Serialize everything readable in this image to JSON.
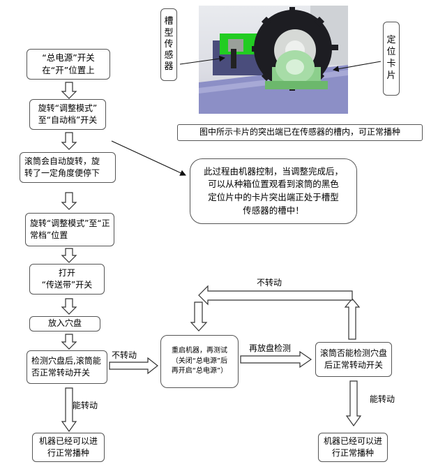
{
  "nodes": {
    "power_on": "“总电源”开关\n在“开”位置上",
    "mode_auto": "旋转“调整模式”\n至“自动档”开关",
    "drum_rotate": "滚筒会自动旋转，旋\n转了一定角度便停下",
    "mode_normal": "旋转“调整模式”至“正\n常档”位置",
    "open_conveyor": "打开\n“传送带”开关",
    "place_tray": "放入穴盘",
    "detect_tray": "检测穴盘后,滚筒能\n否正常转动开关",
    "restart": "重启机器，再测试\n（关闭“总电源”后\n再开启“总电源”）",
    "detect_again": "滚筒否能检测穴盘\n后正常转动开关",
    "ready_1": "机器已经可以进\n行正常播种",
    "ready_2": "机器已经可以进\n行正常播种"
  },
  "labels": {
    "no_rotate_1": "不转动",
    "no_rotate_2": "不转动",
    "can_rotate_1": "能转动",
    "can_rotate_2": "能转动",
    "retest": "再放盘检测"
  },
  "photo": {
    "sensor_label": "槽\n型\n传\n感\n器",
    "locator_label": "定\n位\n卡\n片",
    "caption": "图中所示卡片的突出端已在传感器的槽内，可正常播种"
  },
  "note": "此过程由机器控制，当调整完成后，\n可以从种箱位置观看到滚筒的黑色\n定位片中的卡片突出端正处于槽型\n传感器的槽中！"
}
